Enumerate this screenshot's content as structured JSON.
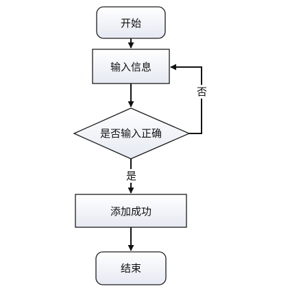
{
  "nodes": {
    "start": "开始",
    "input_info": "输入信息",
    "check_input": "是否输入正确",
    "add_success": "添加成功",
    "end": "结束"
  },
  "edges": {
    "no_label": "否",
    "yes_label": "是"
  },
  "colors": {
    "node_fill_top": "#ffffff",
    "node_fill_bottom": "#e8ebf3",
    "stroke": "#1a1a1a",
    "text": "#111111"
  }
}
